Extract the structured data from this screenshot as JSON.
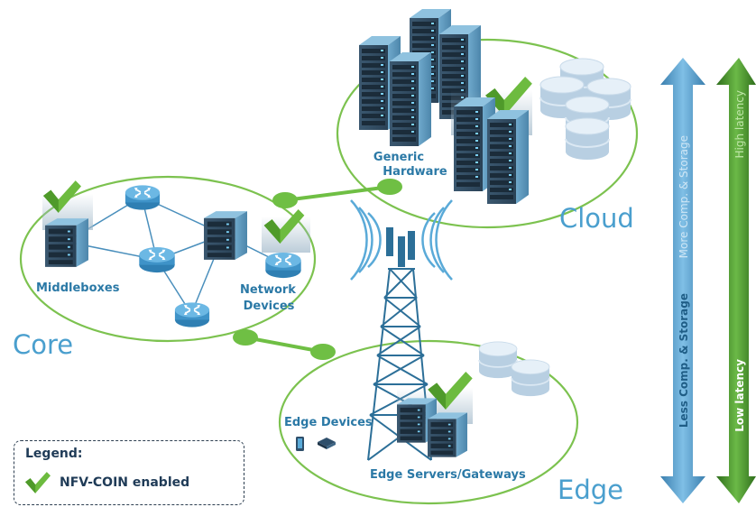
{
  "labels": {
    "generic_hardware_line1": "Generic",
    "generic_hardware_line2": "Hardware",
    "cloud": "Cloud",
    "middleboxes": "Middleboxes",
    "network_devices_line1": "Network",
    "network_devices_line2": "Devices",
    "core": "Core",
    "edge_devices": "Edge Devices",
    "edge_servers": "Edge Servers/Gateways",
    "edge": "Edge"
  },
  "arrows": {
    "blue_top": "More Comp. & Storage",
    "blue_bottom": "Less Comp. & Storage",
    "green_top": "High latency",
    "green_bottom": "Low latency"
  },
  "legend": {
    "title": "Legend:",
    "item": "NFV-COIN enabled"
  },
  "colors": {
    "ring": "#6fbf44",
    "server": "#3d5a72",
    "router": "#5aaad8",
    "tower": "#2c6f98",
    "check": "#6dbb3f",
    "blue_arrow": "#5b9fcc",
    "green_arrow": "#4a8f2a"
  }
}
